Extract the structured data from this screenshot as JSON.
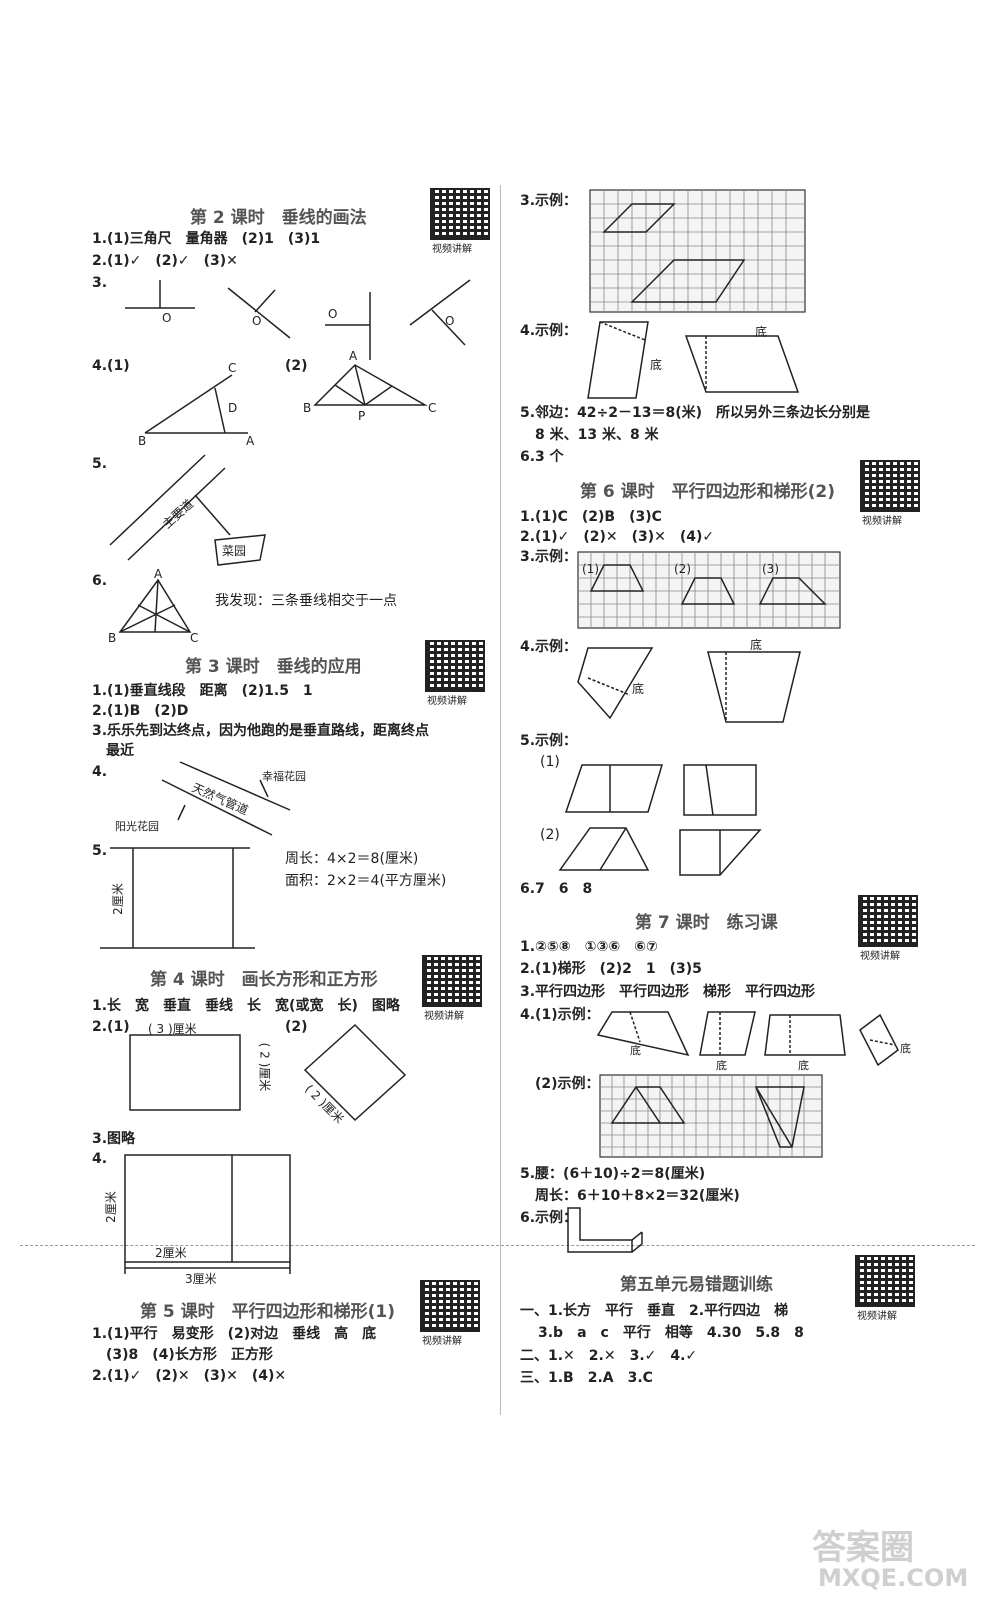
{
  "left": {
    "s2": {
      "title": "第 2 课时　垂线的画法",
      "l1": "1.(1)三角尺　量角器　(2)1　(3)1",
      "l2": "2.(1)✓　(2)✓　(3)✕",
      "l3": "3.",
      "l4a": "4.(1)",
      "l4b": "(2)",
      "l5": "5.",
      "l6": "6.",
      "l6text": "我发现：三条垂线相交于一点",
      "road": "主要道",
      "garden": "菜园"
    },
    "s3": {
      "title": "第 3 课时　垂线的应用",
      "l1": "1.(1)垂直线段　距离　(2)1.5　1",
      "l2": "2.(1)B　(2)D",
      "l3a": "3.乐乐先到达终点，因为他跑的是垂直路线，距离终点",
      "l3b": "最近",
      "l4": "4.",
      "pipe": "天然气管道",
      "xf": "幸福花园",
      "yg": "阳光花园",
      "l5": "5.",
      "per": "周长：4×2＝8(厘米)",
      "area": "面积：2×2＝4(平方厘米)",
      "cm2": "2厘米"
    },
    "s4": {
      "title": "第 4 课时　画长方形和正方形",
      "l1": "1.长　宽　垂直　垂线　长　宽(或宽　长)　图略",
      "l2a": "2.(1)",
      "l2b": "(2)",
      "cm3": "( 3 )厘米",
      "cm2a": "( 2 )厘米",
      "cm2b": "( 2 )厘米",
      "l3": "3.图略",
      "l4": "4.",
      "cm2c": "2厘米",
      "cm2d": "2厘米",
      "cm3b": "3厘米"
    },
    "s5": {
      "title": "第 5 课时　平行四边形和梯形(1)",
      "l1": "1.(1)平行　易变形　(2)对边　垂线　高　底",
      "l2": "(3)8　(4)长方形　正方形",
      "l3": "2.(1)✓　(2)✕　(3)✕　(4)✕"
    }
  },
  "right": {
    "p1": {
      "l3": "3.示例：",
      "l4": "4.示例：",
      "di": "底",
      "l5a": "5.邻边：42÷2－13＝8(米)　所以另外三条边长分别是",
      "l5b": "8 米、13 米、8 米",
      "l6": "6.3 个"
    },
    "s6": {
      "title": "第 6 课时　平行四边形和梯形(2)",
      "l1": "1.(1)C　(2)B　(3)C",
      "l2": "2.(1)✓　(2)✕　(3)✕　(4)✓",
      "l3": "3.示例：",
      "n1": "(1)",
      "n2": "(2)",
      "n3": "(3)",
      "l4": "4.示例：",
      "di": "底",
      "l5": "5.示例：",
      "p1": "(1)",
      "p2": "(2)",
      "l6": "6.7　6　8"
    },
    "s7": {
      "title": "第 7 课时　练习课",
      "l1": "1.②⑤⑧　①③⑥　⑥⑦",
      "l2": "2.(1)梯形　(2)2　1　(3)5",
      "l3": "3.平行四边形　平行四边形　梯形　平行四边形",
      "l4": "4.(1)示例：",
      "l4b": "(2)示例：",
      "di": "底",
      "l5a": "5.腰：(6＋10)÷2＝8(厘米)",
      "l5b": "周长：6＋10＋8×2＝32(厘米)",
      "l6": "6.示例："
    },
    "s8": {
      "title": "第五单元易错题训练",
      "l1": "一、1.长方　平行　垂直　2.平行四边　梯",
      "l2": "3.b　a　c　平行　相等　4.30　5.8　8",
      "l3": "二、1.✕　2.✕　3.✓　4.✓",
      "l4": "三、1.B　2.A　3.C"
    }
  },
  "qr_label": "视频讲解",
  "watermark": "答案圈",
  "watermark_url": "MXQE.COM"
}
